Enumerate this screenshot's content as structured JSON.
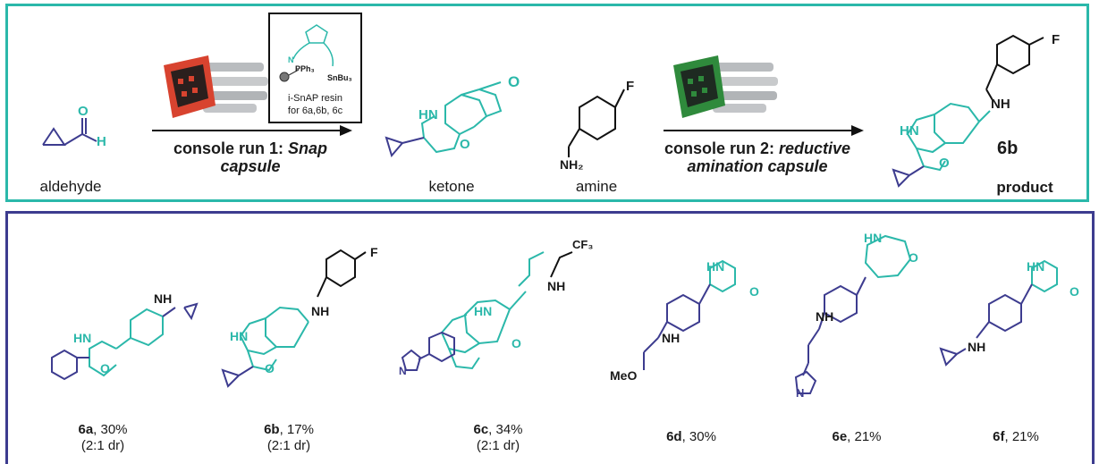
{
  "scheme": {
    "top": {
      "labels": {
        "aldehyde": "aldehyde",
        "ketone": "ketone",
        "amine": "amine",
        "product": "product",
        "product_id": "6b"
      },
      "run1": {
        "prefix": "console run 1: ",
        "italic": "Snap",
        "line2": "capsule"
      },
      "run2": {
        "prefix": "console run 2: ",
        "italic_line1": "reductive",
        "italic_line2": "amination capsule"
      },
      "inset": {
        "line1": "i-SnAP resin",
        "line2": "for 6a,6b, 6c",
        "atom_pph3": "PPh₃",
        "atom_snbu3": "SnBu₃",
        "atom_n": "N"
      },
      "atoms": {
        "ald_O": "O",
        "ald_H": "H",
        "ket_O": "O",
        "ket_HN": "HN",
        "ket_O2": "O",
        "amine_F": "F",
        "amine_NH2": "NH₂",
        "prod_F": "F",
        "prod_NH": "NH",
        "prod_HN": "HN",
        "prod_O": "O"
      }
    },
    "bottom": {
      "compounds": [
        {
          "id": "6a",
          "rest": ", 30%",
          "dr": "(2:1 dr)"
        },
        {
          "id": "6b",
          "rest": ", 17%",
          "dr": "(2:1 dr)"
        },
        {
          "id": "6c",
          "rest": ", 34%",
          "dr": "(2:1 dr)"
        },
        {
          "id": "6d",
          "rest": ", 30%",
          "dr": ""
        },
        {
          "id": "6e",
          "rest": ", 21%",
          "dr": ""
        },
        {
          "id": "6f",
          "rest": ", 21%",
          "dr": ""
        }
      ],
      "atoms": {
        "a_NH": "NH",
        "a_HN": "HN",
        "a_O": "O",
        "b_F": "F",
        "b_NH": "NH",
        "b_HN": "HN",
        "b_O": "O",
        "c_CF3": "CF₃",
        "c_NH": "NH",
        "c_HN": "HN",
        "c_O": "O",
        "c_N": "N",
        "d_HN": "HN",
        "d_O": "O",
        "d_NH": "NH",
        "d_MeO": "MeO",
        "e_HN": "HN",
        "e_O": "O",
        "e_NH": "NH",
        "e_N": "N",
        "f_HN": "HN",
        "f_O": "O",
        "f_NH": "NH"
      }
    },
    "colors": {
      "teal": "#2bb8aa",
      "navy": "#3d3c8f",
      "red_capsule": "#d8432f",
      "green_capsule": "#2f8a3c"
    }
  }
}
